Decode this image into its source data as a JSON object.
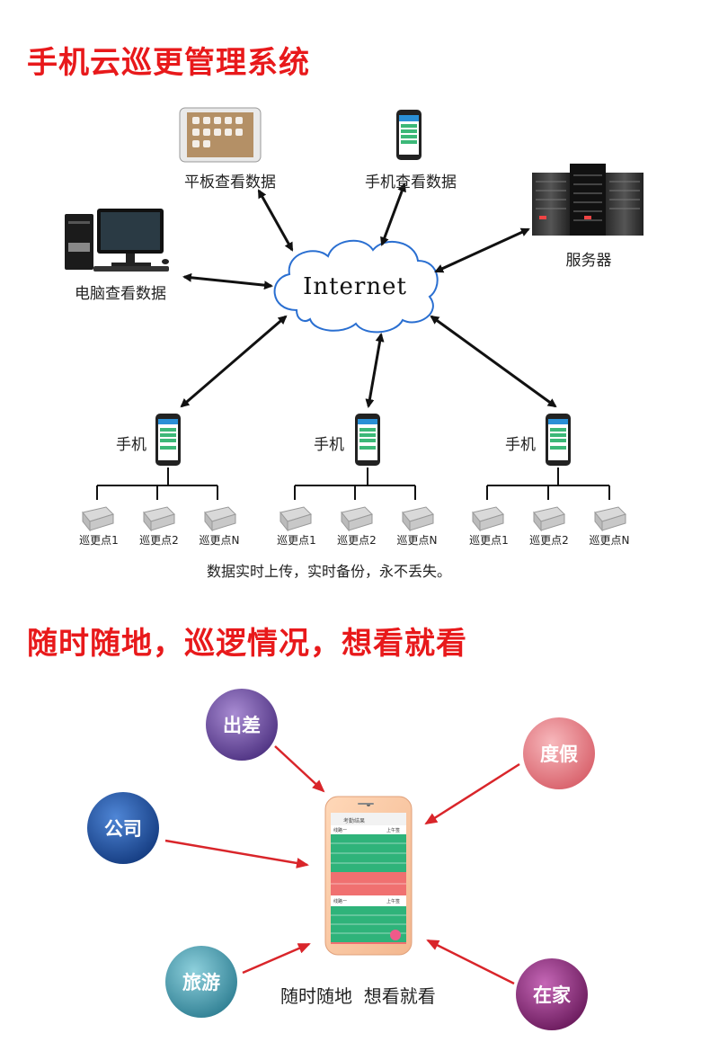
{
  "header": {
    "title": "手机云巡更管理系统"
  },
  "network": {
    "cloud_label": "Internet",
    "tablet_label": "平板查看数据",
    "phone_top_label": "手机查看数据",
    "server_label": "服务器",
    "pc_label": "电脑查看数据",
    "phones": [
      {
        "label": "手机",
        "nodes": [
          "巡更点1",
          "巡更点2",
          "巡更点N"
        ]
      },
      {
        "label": "手机",
        "nodes": [
          "巡更点1",
          "巡更点2",
          "巡更点N"
        ]
      },
      {
        "label": "手机",
        "nodes": [
          "巡更点1",
          "巡更点2",
          "巡更点N"
        ]
      }
    ],
    "caption": "数据实时上传，实时备份，永不丢失。"
  },
  "section2": {
    "title": "随时随地，巡逻情况，想看就看",
    "bubbles": {
      "travel_business": "出差",
      "vacation": "度假",
      "company": "公司",
      "tourism": "旅游",
      "home": "在家"
    },
    "caption": "随时随地  想看就看",
    "app": {
      "header": "考勤结果",
      "group1": "线路一",
      "group1_time": "上午签",
      "group2": "线路一",
      "group2_time": "上午签"
    }
  },
  "colors": {
    "title_red": "#e8191b",
    "arrow_red": "#d9252a",
    "bubble_purple": "#6a4a9c",
    "bubble_pink": "#e8868c",
    "bubble_blue": "#1e4fa0",
    "bubble_teal": "#4a9fb0",
    "bubble_magenta": "#8a2a7a"
  }
}
